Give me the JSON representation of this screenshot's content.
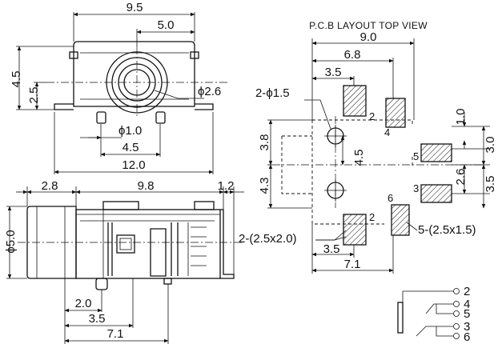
{
  "pcb_title": "P.C.B LAYOUT TOP VIEW",
  "top_view": {
    "dim_width": "9.5",
    "dim_half": "5.0",
    "dim_height": "4.5",
    "dim_center": "2.5",
    "dim_hole": "ϕ2.6",
    "dim_pin": "ϕ1.0",
    "dim_pin_spacing": "4.5",
    "dim_total": "12.0"
  },
  "side_view": {
    "dim_front": "2.8",
    "dim_body": "9.8",
    "dim_tail": "1.2",
    "dim_diameter": "ϕ5.0",
    "dim_pin1": "2.0",
    "dim_pin2": "3.5",
    "dim_pin3": "7.1"
  },
  "pcb": {
    "dim_width": "9.0",
    "dim_pad2": "6.8",
    "dim_pad1": "3.5",
    "hole_label": "2-ϕ1.5",
    "dim_1_0": "1.0",
    "dim_3_0": "3.0",
    "dim_3_8": "3.8",
    "dim_4_5": "4.5",
    "dim_4_3": "4.3",
    "dim_2_6": "2.6",
    "dim_3_5_right": "3.5",
    "pad_label_left": "2-(2.5x2.0)",
    "pad_label_right": "5-(2.5x1.5)",
    "dim_bottom_3_5": "3.5",
    "dim_bottom_7_1": "7.1",
    "pad_numbers": [
      "2",
      "4",
      "5",
      "3",
      "6",
      "2"
    ]
  },
  "schematic": {
    "pins": [
      "2",
      "4",
      "5",
      "3",
      "6"
    ]
  }
}
